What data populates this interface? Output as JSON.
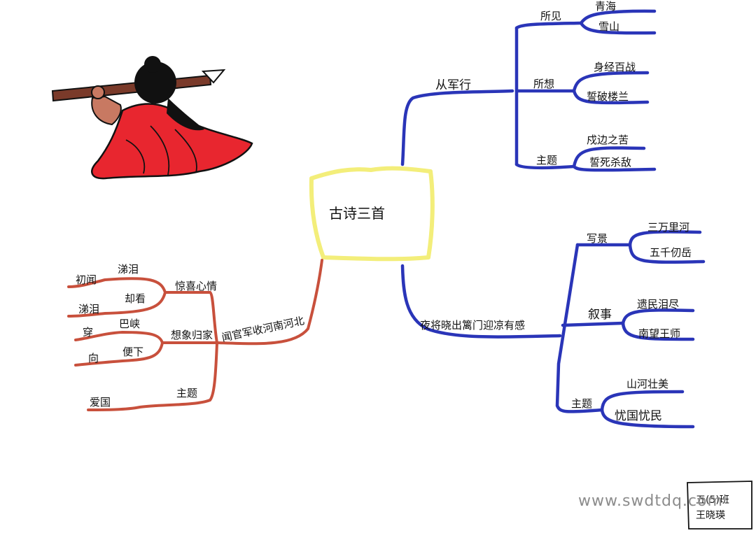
{
  "center": {
    "title": "古诗三首"
  },
  "poems": {
    "congjun": {
      "title": "从军行",
      "groups": [
        {
          "label": "所见",
          "leaves": [
            "青海",
            "雪山"
          ]
        },
        {
          "label": "所想",
          "leaves": [
            "身经百战",
            "誓破楼兰"
          ]
        },
        {
          "label": "主题",
          "leaves": [
            "戍边之苦",
            "誓死杀敌"
          ]
        }
      ]
    },
    "qiulu": {
      "title": "夜将晓出篱门迎凉有感",
      "groups": [
        {
          "label": "写景",
          "leaves": [
            "三万里河",
            "五千仞岳"
          ]
        },
        {
          "label": "叙事",
          "leaves": [
            "遗民泪尽",
            "南望王师"
          ]
        },
        {
          "label": "主题",
          "leaves": [
            "山河壮美",
            "忧国忧民"
          ]
        }
      ]
    },
    "wenguan": {
      "title": "闻官军收河南河北",
      "groups": [
        {
          "label": "惊喜心情",
          "pairs": [
            {
              "a": "初闻",
              "b": "涕泪"
            },
            {
              "a": "涕泪",
              "b": "却看"
            }
          ]
        },
        {
          "label": "想象归家",
          "pairs": [
            {
              "a": "穿",
              "b": "巴峡"
            },
            {
              "a": "向",
              "b": "便下"
            }
          ]
        },
        {
          "label": "主题",
          "pairs": [
            {
              "a": "爱国",
              "b": ""
            }
          ]
        }
      ]
    }
  },
  "signature": {
    "line1": "五(5)班",
    "line2": "王晓瑛"
  },
  "watermark": {
    "text": "www.swdtdq.com"
  },
  "colors": {
    "blue": "#2a35b8",
    "red": "#c8503c",
    "center_border": "#f3ee7a",
    "figure_cape": "#e8262f",
    "figure_skin": "#c87962"
  }
}
